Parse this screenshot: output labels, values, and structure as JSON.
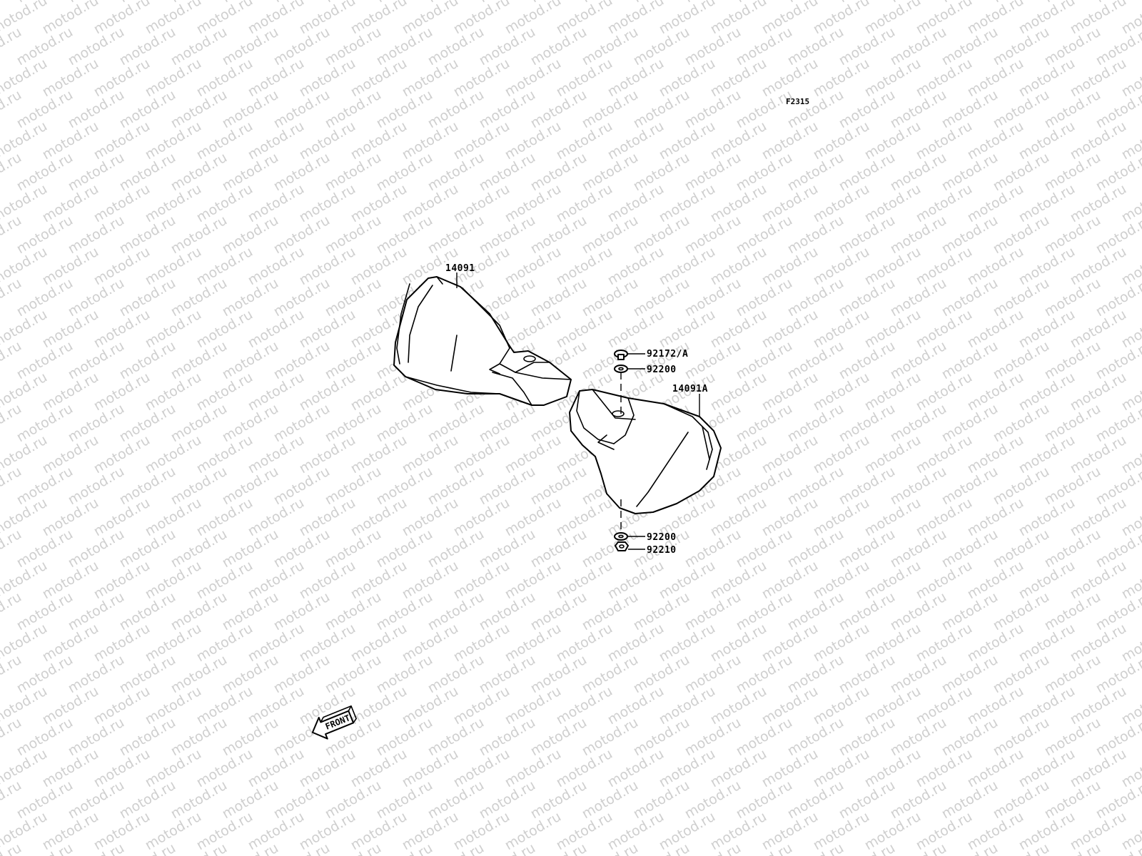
{
  "diagram": {
    "code": "F2315",
    "watermark": "motod.ru",
    "callouts": {
      "part_left": "14091",
      "part_right": "14091A",
      "bolt": "92172/A",
      "washer_top": "92200",
      "washer_bottom": "92200",
      "nut": "92210"
    },
    "direction_label": "FRONT"
  }
}
